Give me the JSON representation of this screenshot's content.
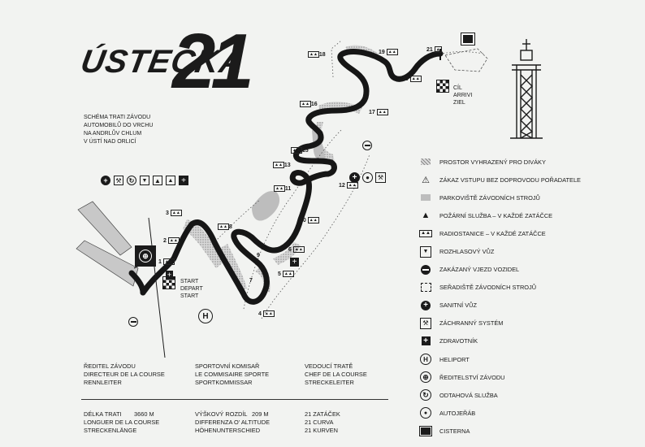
{
  "logo": {
    "word": "ÚSTECKÁ",
    "number": "21"
  },
  "description": [
    "SCHÉMA TRATI ZÁVODU",
    "AUTOMOBILŮ DO VRCHU",
    "NA ANDRLŮV CHLUM",
    "V ÚSTÍ NAD ORLICÍ"
  ],
  "start_labels": [
    "START",
    "DEPART",
    "START"
  ],
  "finish_labels": [
    "CÍL",
    "ARRIVI",
    "ZIEL"
  ],
  "turns": [
    "1",
    "2",
    "3",
    "4",
    "5",
    "6",
    "7",
    "8",
    "9",
    "10",
    "11",
    "12",
    "13",
    "14",
    "15",
    "16",
    "17",
    "18",
    "19",
    "20",
    "21"
  ],
  "legend": [
    {
      "icon": "spectator-area-icon",
      "label": "PROSTOR VYHRAZENÝ PRO DIVÁKY"
    },
    {
      "icon": "no-entry-triangle-icon",
      "label": "ZÁKAZ VSTUPU BEZ DOPROVODU POŘADATELE"
    },
    {
      "icon": "parking-icon",
      "label": "PARKOVIŠTĚ ZÁVODNÍCH STROJŮ"
    },
    {
      "icon": "fire-service-icon",
      "label": "POŽÁRNÍ SLUŽBA – V KAŽDÉ ZATÁČCE"
    },
    {
      "icon": "radio-station-icon",
      "label": "RADIOSTANICE – V KAŽDÉ ZATÁČCE"
    },
    {
      "icon": "speaker-van-icon",
      "label": "ROZHLASOVÝ VŮZ"
    },
    {
      "icon": "no-entry-icon",
      "label": "ZAKÁZANÝ VJEZD VOZIDEL"
    },
    {
      "icon": "assembly-area-icon",
      "label": "SEŘADIŠTĚ ZÁVODNÍCH STROJŮ"
    },
    {
      "icon": "ambulance-icon",
      "label": "SANITNÍ VŮZ"
    },
    {
      "icon": "rescue-system-icon",
      "label": "ZÁCHRANNÝ SYSTÉM"
    },
    {
      "icon": "medic-icon",
      "label": "ZDRAVOTNÍK"
    },
    {
      "icon": "helipad-icon",
      "label": "HELIPORT"
    },
    {
      "icon": "race-direction-icon",
      "label": "ŘEDITELSTVÍ ZÁVODU"
    },
    {
      "icon": "tow-service-icon",
      "label": "ODTAHOVÁ SLUŽBA"
    },
    {
      "icon": "crane-icon",
      "label": "AUTOJEŘÁB"
    },
    {
      "icon": "tank-truck-icon",
      "label": "CISTERNA"
    }
  ],
  "officials": [
    [
      "ŘEDITEL ZÁVODU",
      "DIRECTEUR DE LA COURSE",
      "RENNLEITER"
    ],
    [
      "SPORTOVNÍ KOMISAŘ",
      "LE COMMISAIRE SPORTE",
      "SPORTKOMMISSAR"
    ],
    [
      "VEDOUCÍ TRATĚ",
      "CHEF DE LA COURSE",
      "STRECKELEITER"
    ]
  ],
  "stats": [
    {
      "lines": [
        "DÉLKA TRATI",
        "LONGUER DE LA COURSE",
        "STRECKENLÄNGE"
      ],
      "value": "3660 m"
    },
    {
      "lines": [
        "VÝŠKOVÝ ROZDÍL",
        "DIFFERENZA O' ALTITUDE",
        "HÖHENUNTERSCHIED"
      ],
      "value": "209 m"
    },
    {
      "lines": [
        "21 ZATÁČEK",
        "21 CURVA",
        "21 KURVEN"
      ],
      "value": ""
    }
  ],
  "helipad_letter": "H",
  "colors": {
    "ink": "#1b1b1b",
    "paper": "#f2f3f1",
    "shade": "#b9b9b9"
  }
}
